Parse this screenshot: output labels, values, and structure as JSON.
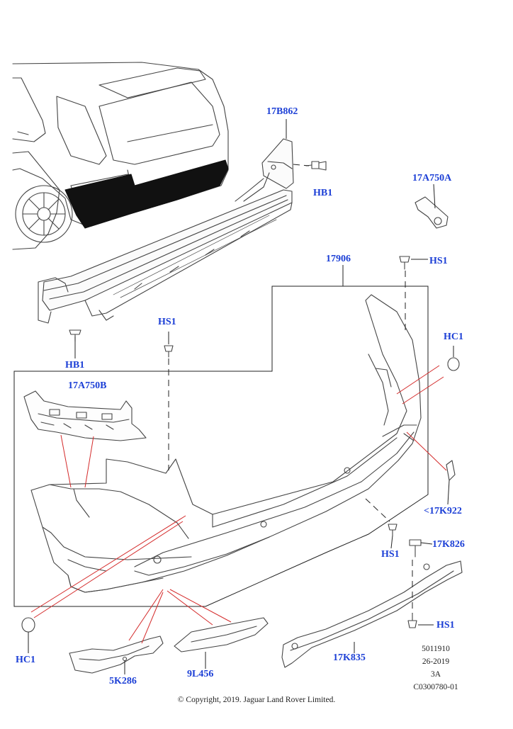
{
  "callouts": {
    "bracket_left_upper": "17B862",
    "fastener_hb1_right": "HB1",
    "bracket_17a750a": "17A750A",
    "bumper_cover": "17906",
    "fastener_hs1_top": "HS1",
    "fastener_hs1_mid": "HS1",
    "fastener_hb1_left": "HB1",
    "clip_hc1_right": "HC1",
    "bracket_17a750b": "17A750B",
    "reflector_17k922": "<17K922",
    "fastener_hs1_lower": "HS1",
    "clip_17k826": "17K826",
    "fastener_hs1_bottom": "HS1",
    "clip_hc1_left": "HC1",
    "skid_plate": "17K835",
    "panel_5k286": "5K286",
    "trim_9l456": "9L456"
  },
  "drawing_info": {
    "line1": "5011910",
    "line2": "26-2019",
    "line3": "3A",
    "line4": "C0300780-01"
  },
  "copyright": "© Copyright, 2019. Jaguar Land Rover Limited.",
  "colors": {
    "label": "#1c3fd6",
    "leader": "#d42a2a",
    "line": "#333333"
  }
}
